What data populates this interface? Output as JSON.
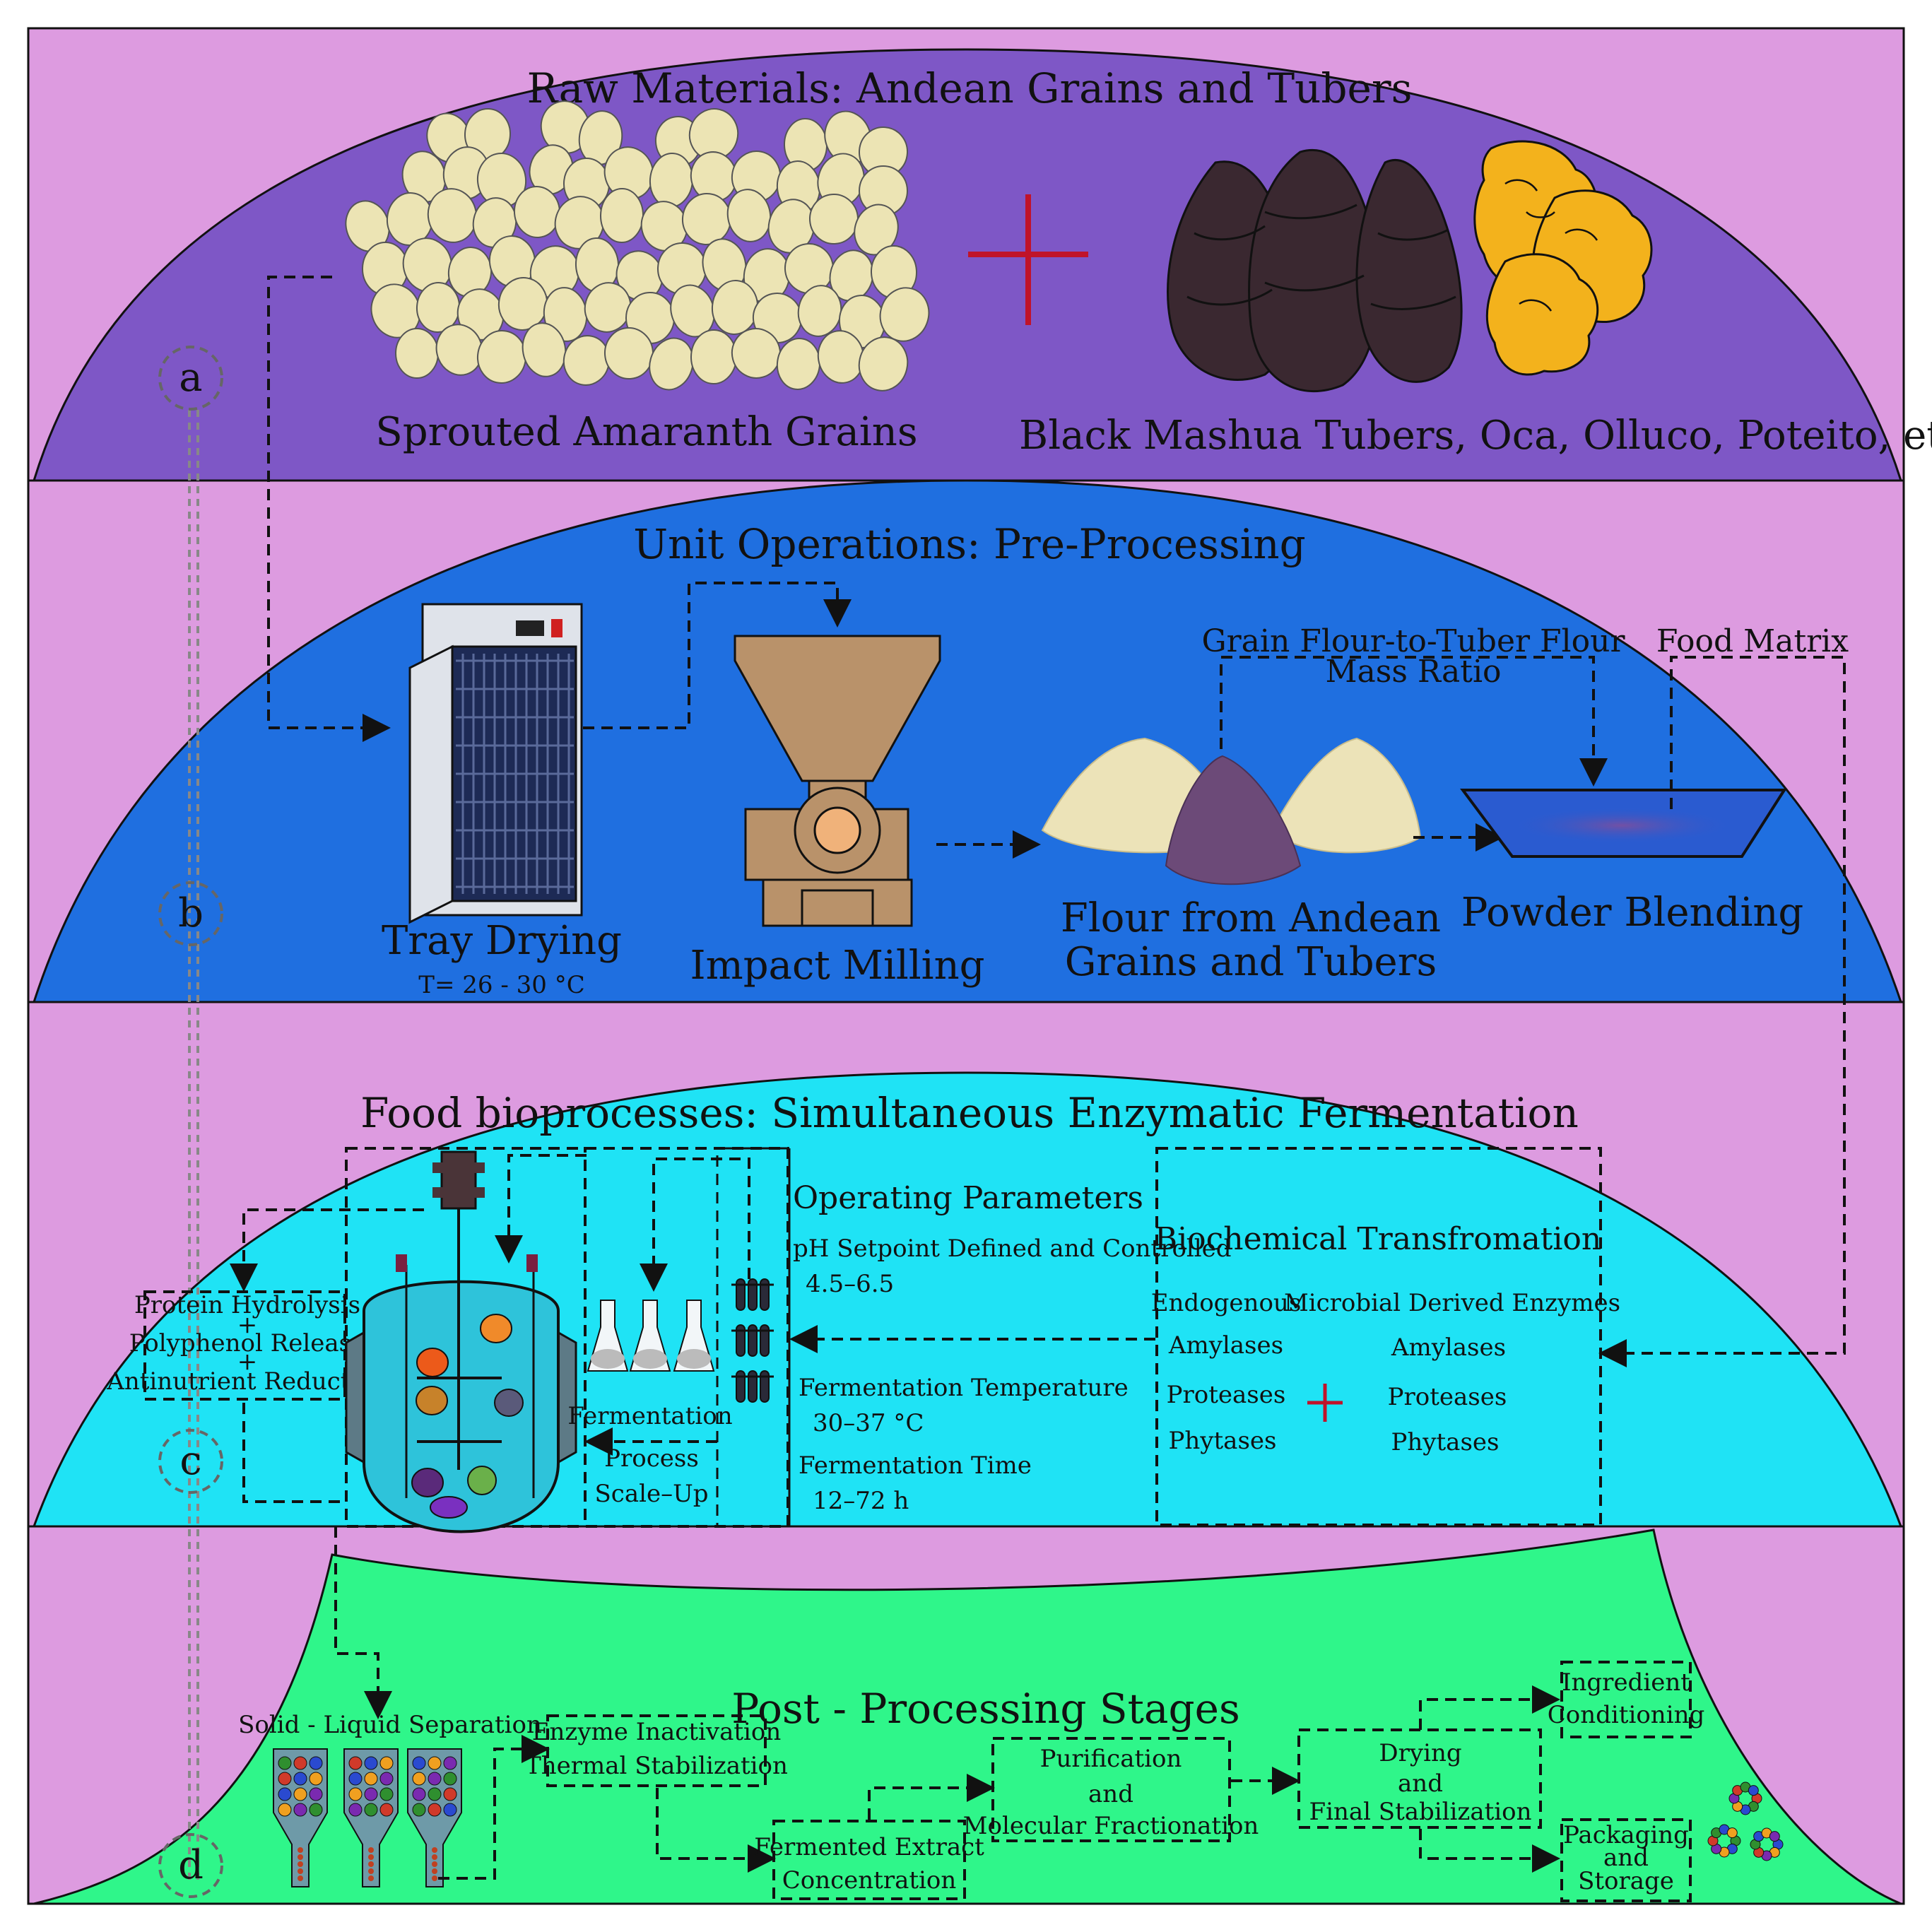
{
  "colors": {
    "frame": "#dd9be0",
    "raw": "#7e57c6",
    "pre": "#1f6fe0",
    "bio": "#1fe3f5",
    "post": "#2ff68a",
    "grain": "#ece4b4",
    "mashua": "#3a2830",
    "oca": "#f3b21c",
    "plus": "#c0132a",
    "flour_light": "#ece3b8",
    "flour_purple": "#6c4a78",
    "machine": "#b9926a"
  },
  "markers": {
    "a": "a",
    "b": "b",
    "c": "c",
    "d": "d"
  },
  "raw": {
    "title": "Raw Materials: Andean Grains and Tubers",
    "grains_label": "Sprouted Amaranth Grains",
    "tubers_label": "Black Mashua Tubers, Oca, Olluco, Poteito, etc."
  },
  "pre": {
    "title": "Unit Operations: Pre-Processing",
    "tray_drying": "Tray Drying",
    "tray_temp": "T= 26 - 30 °C",
    "impact_milling": "Impact Milling",
    "flour_line1": "Flour from Andean",
    "flour_line2": "Grains and Tubers",
    "powder_blending": "Powder Blending",
    "ratio_line1": "Grain Flour-to-Tuber Flour",
    "ratio_line2": "Mass Ratio",
    "food_matrix": "Food Matrix"
  },
  "bio": {
    "title": "Food bioprocesses: Simultaneous Enzymatic Fermentation",
    "effects": [
      "Protein Hydrolysis",
      "+",
      "Polyphenol Release",
      "+",
      "Antinutrient Reduction"
    ],
    "fermentation": "Fermentation",
    "scale_line1": "Process",
    "scale_line2": "Scale–Up",
    "op_title": "Operating Parameters",
    "ph_label": "pH Setpoint Defined and Controlled",
    "ph_value": "4.5–6.5",
    "temp_label": "Fermentation Temperature",
    "temp_value": "30–37 °C",
    "time_label": "Fermentation Time",
    "time_value": "12–72 h",
    "biochem_title": "Biochemical Transfromation",
    "endogenous": "Endogenous",
    "microbial": "Microbial Derived Enzymes",
    "enzymes_left": [
      "Amylases",
      "Proteases",
      "Phytases"
    ],
    "enzymes_right": [
      "Amylases",
      "Proteases",
      "Phytases"
    ]
  },
  "post": {
    "title": "Post - Processing Stages",
    "separation": "Solid - Liquid Separation",
    "inactivation_line1": "Enzyme Inactivation",
    "inactivation_line2": "Thermal Stabilization",
    "concentration_line1": "Fermented Extract",
    "concentration_line2": "Concentration",
    "purification_line1": "Purification",
    "purification_line2": "and",
    "purification_line3": "Molecular Fractionation",
    "drying_line1": "Drying",
    "drying_line2": "and",
    "drying_line3": "Final Stabilization",
    "ingredient_line1": "Ingredient",
    "ingredient_line2": "Conditioning",
    "packaging_line1": "Packaging",
    "packaging_line2": "and",
    "packaging_line3": "Storage"
  }
}
